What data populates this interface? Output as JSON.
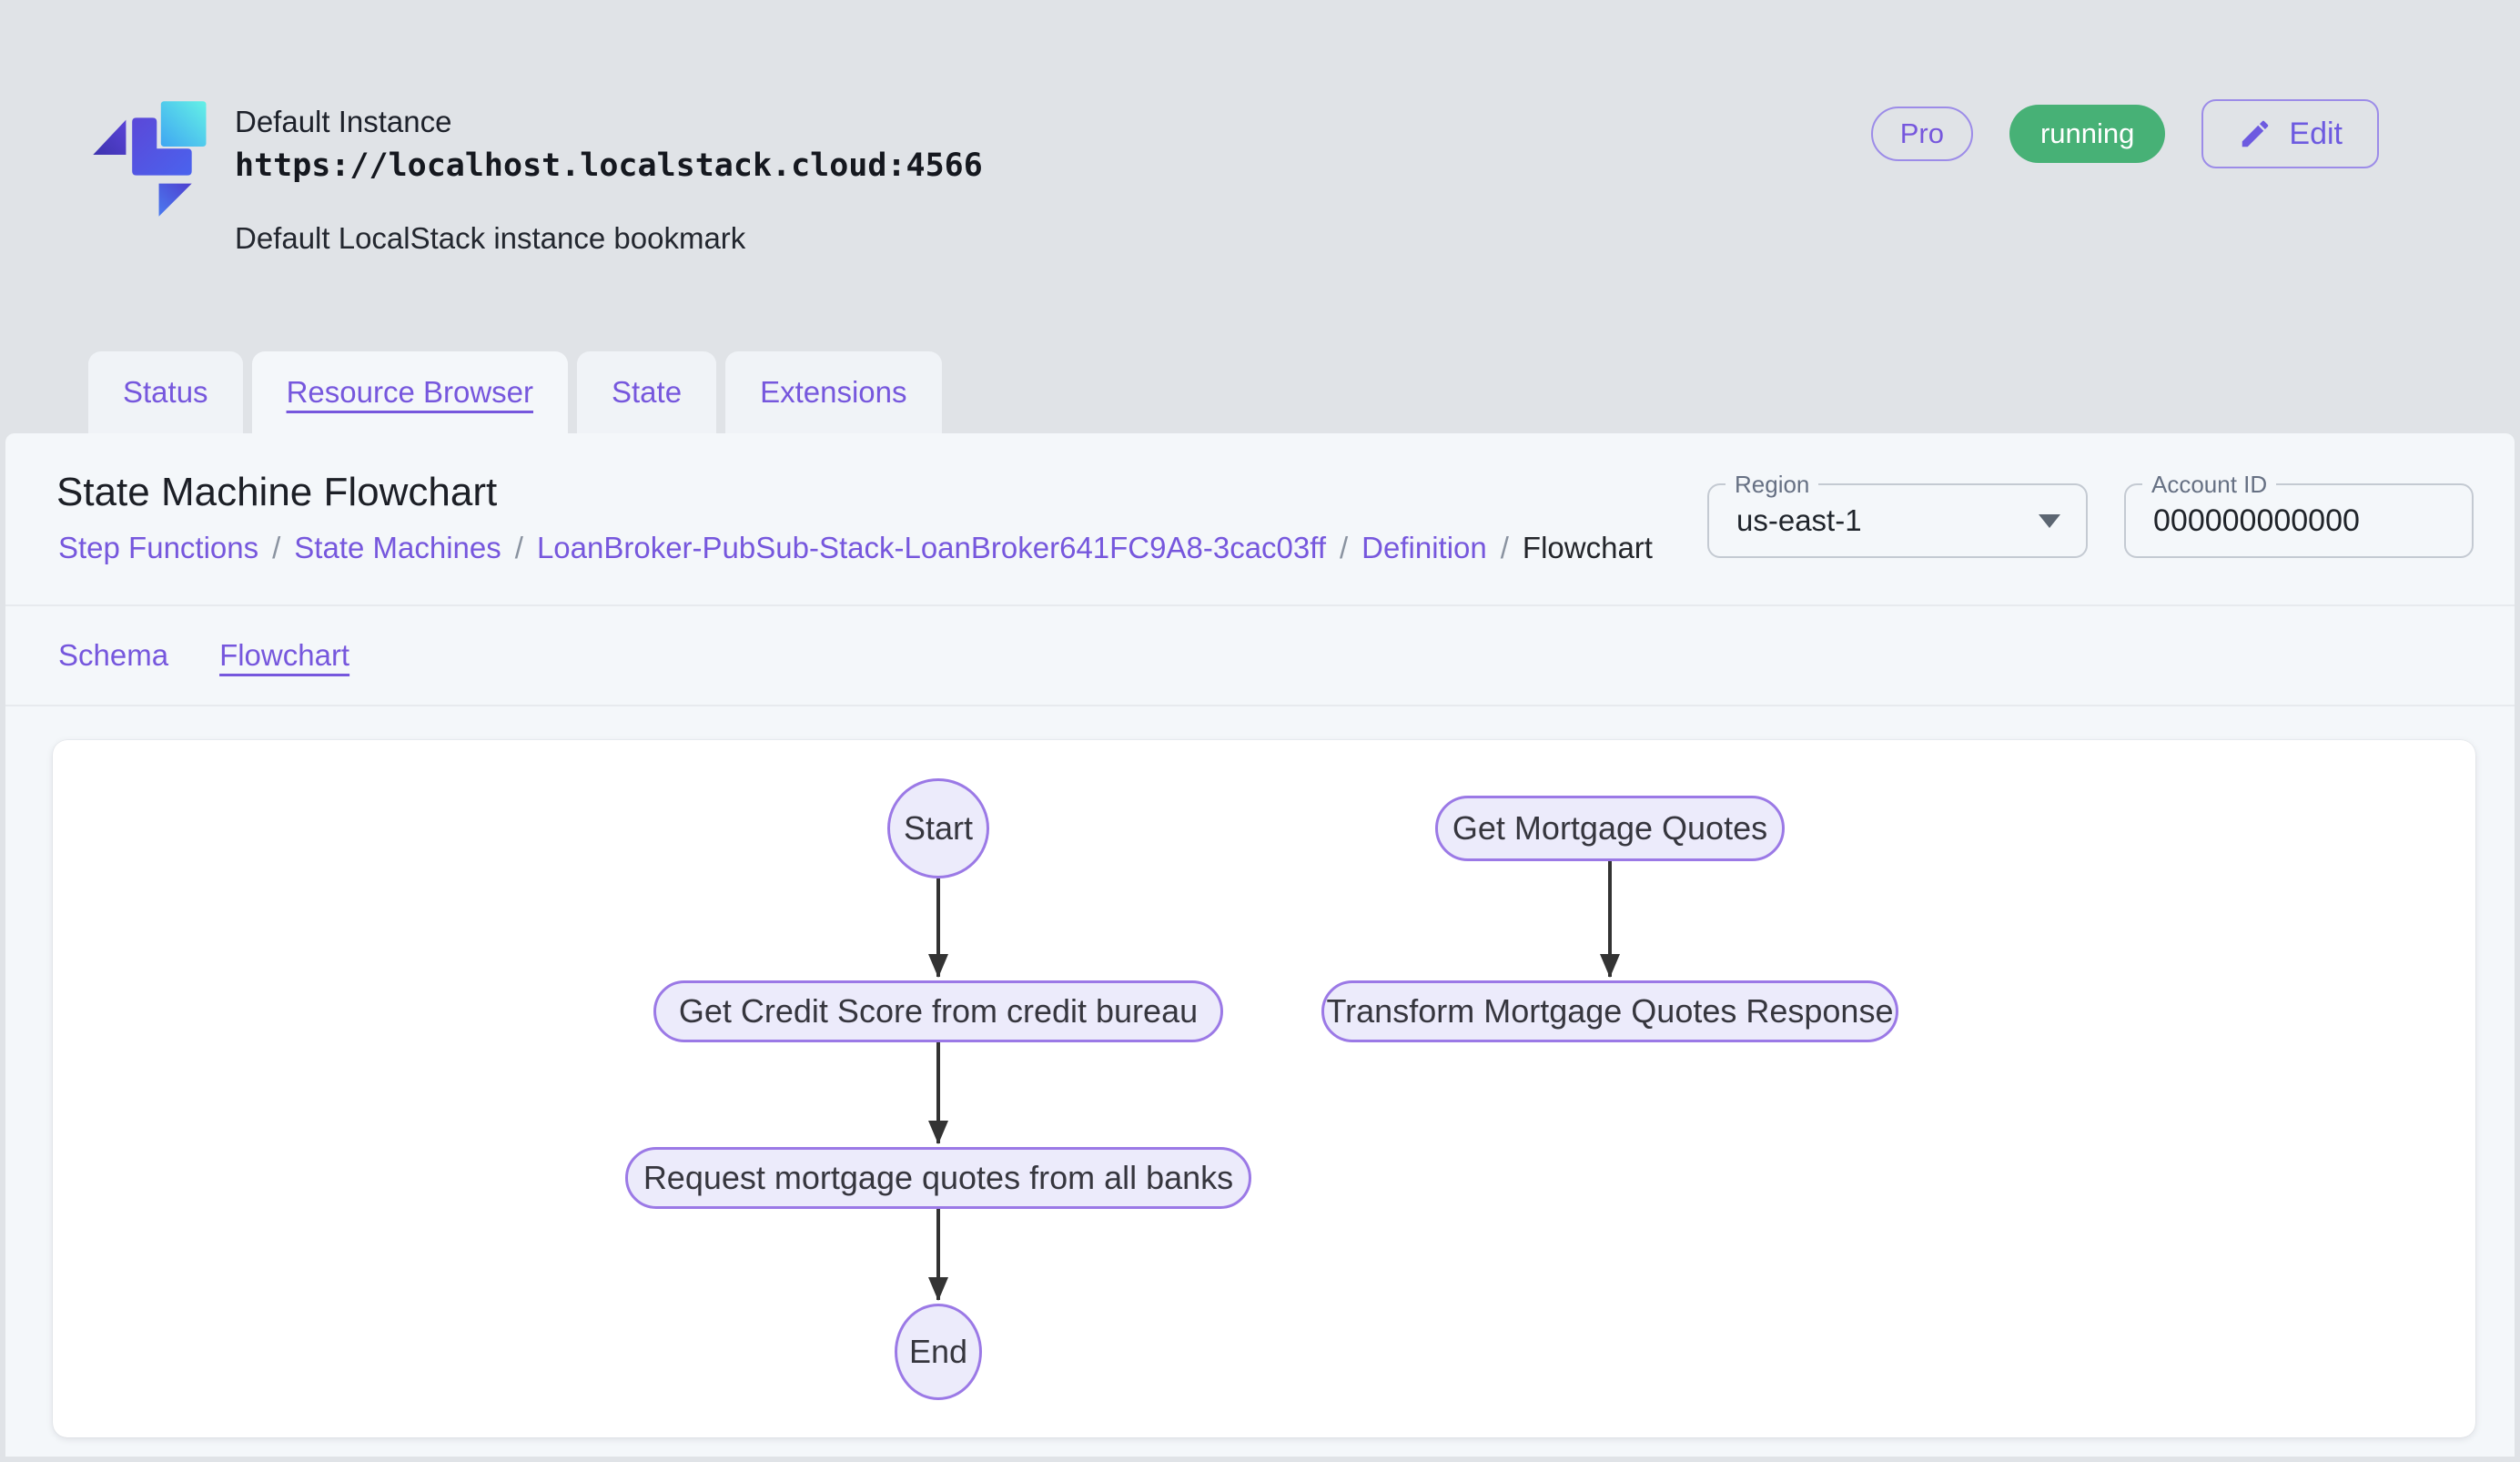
{
  "instance": {
    "name": "Default Instance",
    "url": "https://localhost.localstack.cloud:4566",
    "description": "Default LocalStack instance bookmark",
    "pro_badge": "Pro",
    "status_badge": "running",
    "edit_button": "Edit"
  },
  "tabs": [
    {
      "label": "Status",
      "active": false
    },
    {
      "label": "Resource Browser",
      "active": true
    },
    {
      "label": "State",
      "active": false
    },
    {
      "label": "Extensions",
      "active": false
    }
  ],
  "resource_page": {
    "title": "State Machine Flowchart",
    "separator": "/",
    "breadcrumb": [
      {
        "label": "Step Functions"
      },
      {
        "label": "State Machines"
      },
      {
        "label": "LoanBroker-PubSub-Stack-LoanBroker641FC9A8-3cac03ff"
      },
      {
        "label": "Definition"
      },
      {
        "label": "Flowchart",
        "current": true
      }
    ],
    "region": {
      "label": "Region",
      "value": "us-east-1"
    },
    "account": {
      "label": "Account ID",
      "value": "000000000000"
    },
    "subtabs": [
      {
        "label": "Schema",
        "active": false
      },
      {
        "label": "Flowchart",
        "active": true
      }
    ]
  },
  "flowchart": {
    "nodes": [
      {
        "id": "start",
        "label": "Start",
        "shape": "circle"
      },
      {
        "id": "get-credit-score",
        "label": "Get Credit Score from credit bureau",
        "shape": "stadium"
      },
      {
        "id": "request-quotes",
        "label": "Request mortgage quotes from all banks",
        "shape": "stadium"
      },
      {
        "id": "end",
        "label": "End",
        "shape": "circle"
      },
      {
        "id": "get-mortgage-quotes",
        "label": "Get Mortgage Quotes",
        "shape": "stadium"
      },
      {
        "id": "transform-response",
        "label": "Transform Mortgage Quotes Response",
        "shape": "stadium"
      }
    ],
    "edges": [
      {
        "from": "start",
        "to": "get-credit-score"
      },
      {
        "from": "get-credit-score",
        "to": "request-quotes"
      },
      {
        "from": "request-quotes",
        "to": "end"
      },
      {
        "from": "get-mortgage-quotes",
        "to": "transform-response"
      }
    ]
  },
  "colors": {
    "accent_purple": "#7657dd",
    "status_green": "#47b176",
    "node_fill": "#ecebfb",
    "node_border": "#9b79e6",
    "arrow": "#333333",
    "page_bg": "#e0e3e7",
    "panel_bg": "#f4f7fa"
  }
}
